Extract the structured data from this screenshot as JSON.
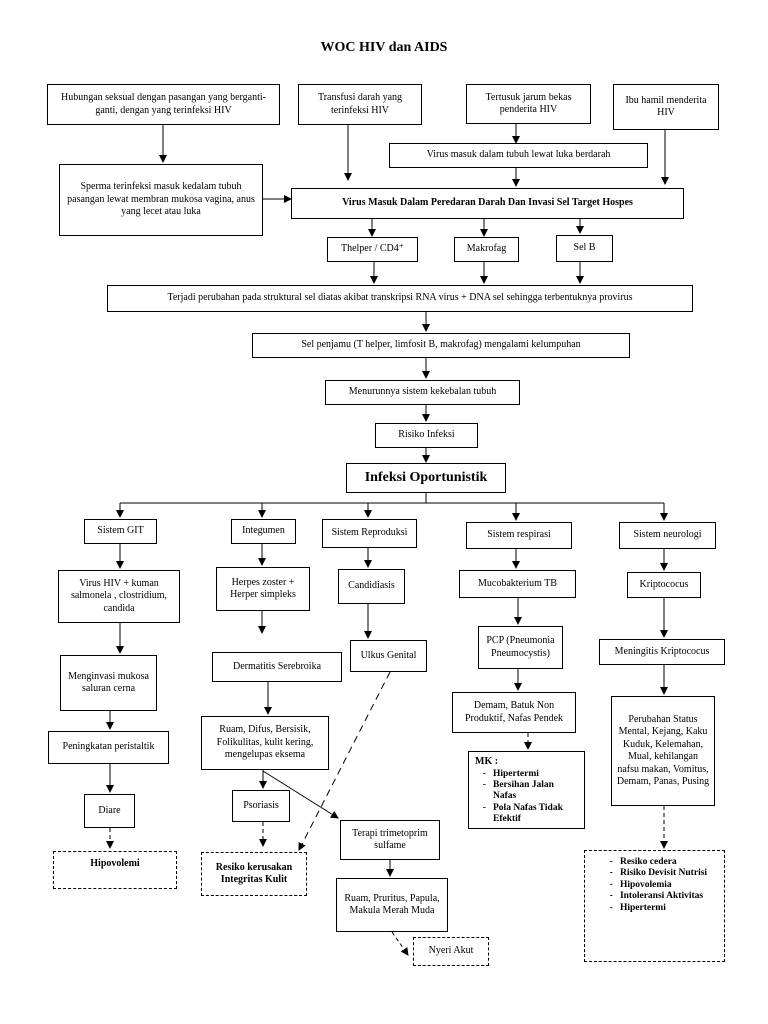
{
  "title": "WOC HIV dan AIDS",
  "causes": {
    "sex": "Hubungan seksual dengan pasangan yang berganti-ganti, dengan yang terinfeksi HIV",
    "transfusion": "Transfusi darah yang terinfeksi HIV",
    "needle": "Tertusuk jarum bekas penderita HIV",
    "pregnant": "Ibu hamil menderita HIV"
  },
  "sperm": "Sperma terinfeksi masuk kedalam tubuh pasangan lewat membran mukosa vagina, anus yang lecet atau luka",
  "virus_wound": "Virus  masuk dalam tubuh lewat luka berdarah",
  "invasion": "Virus Masuk Dalam Peredaran Darah Dan Invasi Sel Target Hospes",
  "targets": {
    "thelper": "Thelper / CD4⁺",
    "makrofag": "Makrofag",
    "selb": "Sel B"
  },
  "transcription": "Terjadi perubahan pada struktural sel diatas akibat transkripsi RNA virus + DNA sel sehingga terbentuknya provirus",
  "paralysis": "Sel penjamu (T helper, limfosit B, makrofag) mengalami kelumpuhan",
  "immunity": "Menurunnya sistem kekebalan tubuh",
  "infection_risk": "Risiko Infeksi",
  "opportunistic": "Infeksi Oportunistik",
  "git": {
    "system": "Sistem GIT",
    "agents": "Virus HIV + kuman salmonela , clostridium, candida",
    "invade": "Menginvasi mukosa saluran cerna",
    "peristaltic": "Peningkatan peristaltik",
    "diarrhea": "Diare",
    "dx": "Hipovolemi"
  },
  "integument": {
    "system": "Integumen",
    "herpes": "Herpes zoster + Herper simpleks",
    "dermatitis": "Dermatitis Serebroika",
    "lesions": "Ruam, Difus, Bersisik, Folikulitas, kulit kering, mengelupas eksema",
    "psoriasis": "Psoriasis",
    "therapy": "Terapi trimetoprim sulfame",
    "rash": "Ruam, Pruritus, Papula, Makula Merah Muda",
    "pain": "Nyeri Akut",
    "dx": "Resiko  kerusakan Integritas Kulit"
  },
  "reproductive": {
    "system": "Sistem Reproduksi",
    "candidiasis": "Candidiasis",
    "ulcer": "Ulkus  Genital"
  },
  "respiratory": {
    "system": "Sistem respirasi",
    "tb": "Mucobakterium TB",
    "pcp": "PCP (Pneumonia Pneumocystis)",
    "symptoms": "Demam, Batuk Non Produktif, Nafas Pendek",
    "mk_label": "MK :",
    "mk": [
      "Hipertermi",
      "Bersihan Jalan Nafas",
      "Pola Nafas Tidak Efektif"
    ]
  },
  "neurology": {
    "system": "Sistem neurologi",
    "kripto": "Kriptococus",
    "meningitis": "Meningitis Kriptococus",
    "changes": "Perubahan Status Mental, Kejang, Kaku Kuduk, Kelemahan, Mual, kehilangan nafsu makan, Vomitus, Demam, Panas, Pusing",
    "dx": [
      "Resiko cedera",
      "Risiko Devisit Nutrisi",
      "Hipovolemia",
      "Intoleransi Aktivitas",
      "Hipertermi"
    ]
  }
}
